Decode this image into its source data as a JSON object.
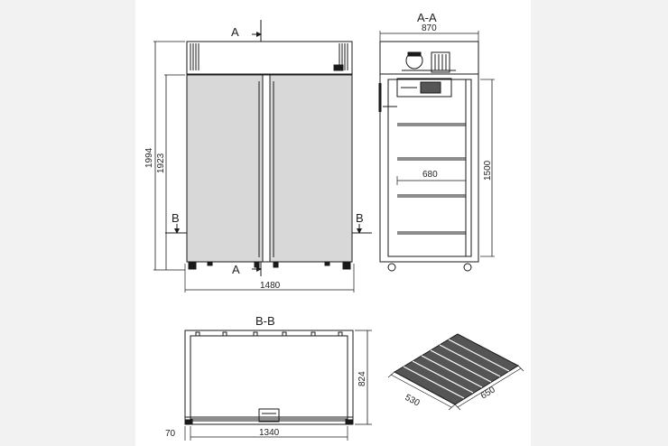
{
  "front_view": {
    "section_marker_a": "A",
    "section_marker_b": "B",
    "dim_total_height": "1994",
    "dim_body_height": "1923",
    "dim_width": "1480"
  },
  "section_aa": {
    "title": "A-A",
    "dim_depth": "870",
    "dim_shelf_width": "680",
    "dim_height": "1500"
  },
  "section_bb": {
    "title": "B-B",
    "dim_inner_width": "1340",
    "dim_depth": "824",
    "dim_offset": "70"
  },
  "shelf": {
    "dim_short": "530",
    "dim_long": "650"
  },
  "colors": {
    "line": "#1a1a1a",
    "door_fill": "#d8d8d8",
    "background_band": "#f2f2f2"
  }
}
